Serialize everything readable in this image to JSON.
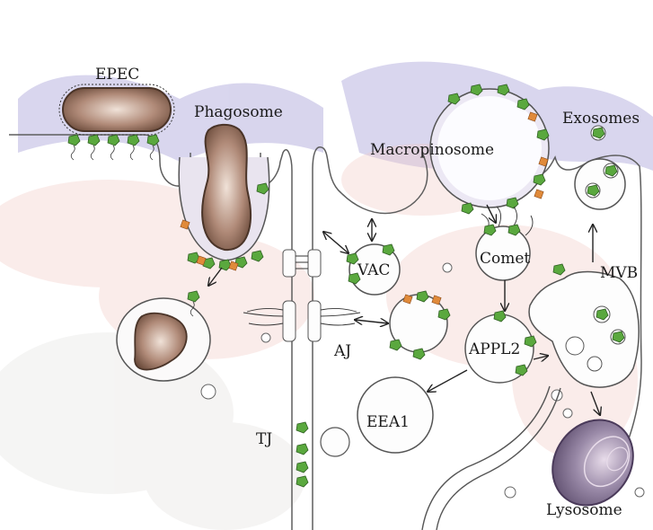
{
  "labels": {
    "epec": "EPEC",
    "phagosome": "Phagosome",
    "macropinosome": "Macropinosome",
    "exosomes": "Exosomes",
    "vac": "VAC",
    "comet": "Comet",
    "mvb": "MVB",
    "aj": "AJ",
    "appl2": "APPL2",
    "eea1": "EEA1",
    "tj": "TJ",
    "lysosome": "Lysosome"
  },
  "colors": {
    "membrane": "#6a6a6a",
    "bacterium_body": "#8a6a58",
    "bacterium_light": "#cbb0a0",
    "protein_green": "#5aa83e",
    "protein_orange": "#e08a3a",
    "actin_purple": "#8f86c4",
    "pink_wash": "#f2c9c4",
    "lysosome_body": "#7a6a8a"
  }
}
